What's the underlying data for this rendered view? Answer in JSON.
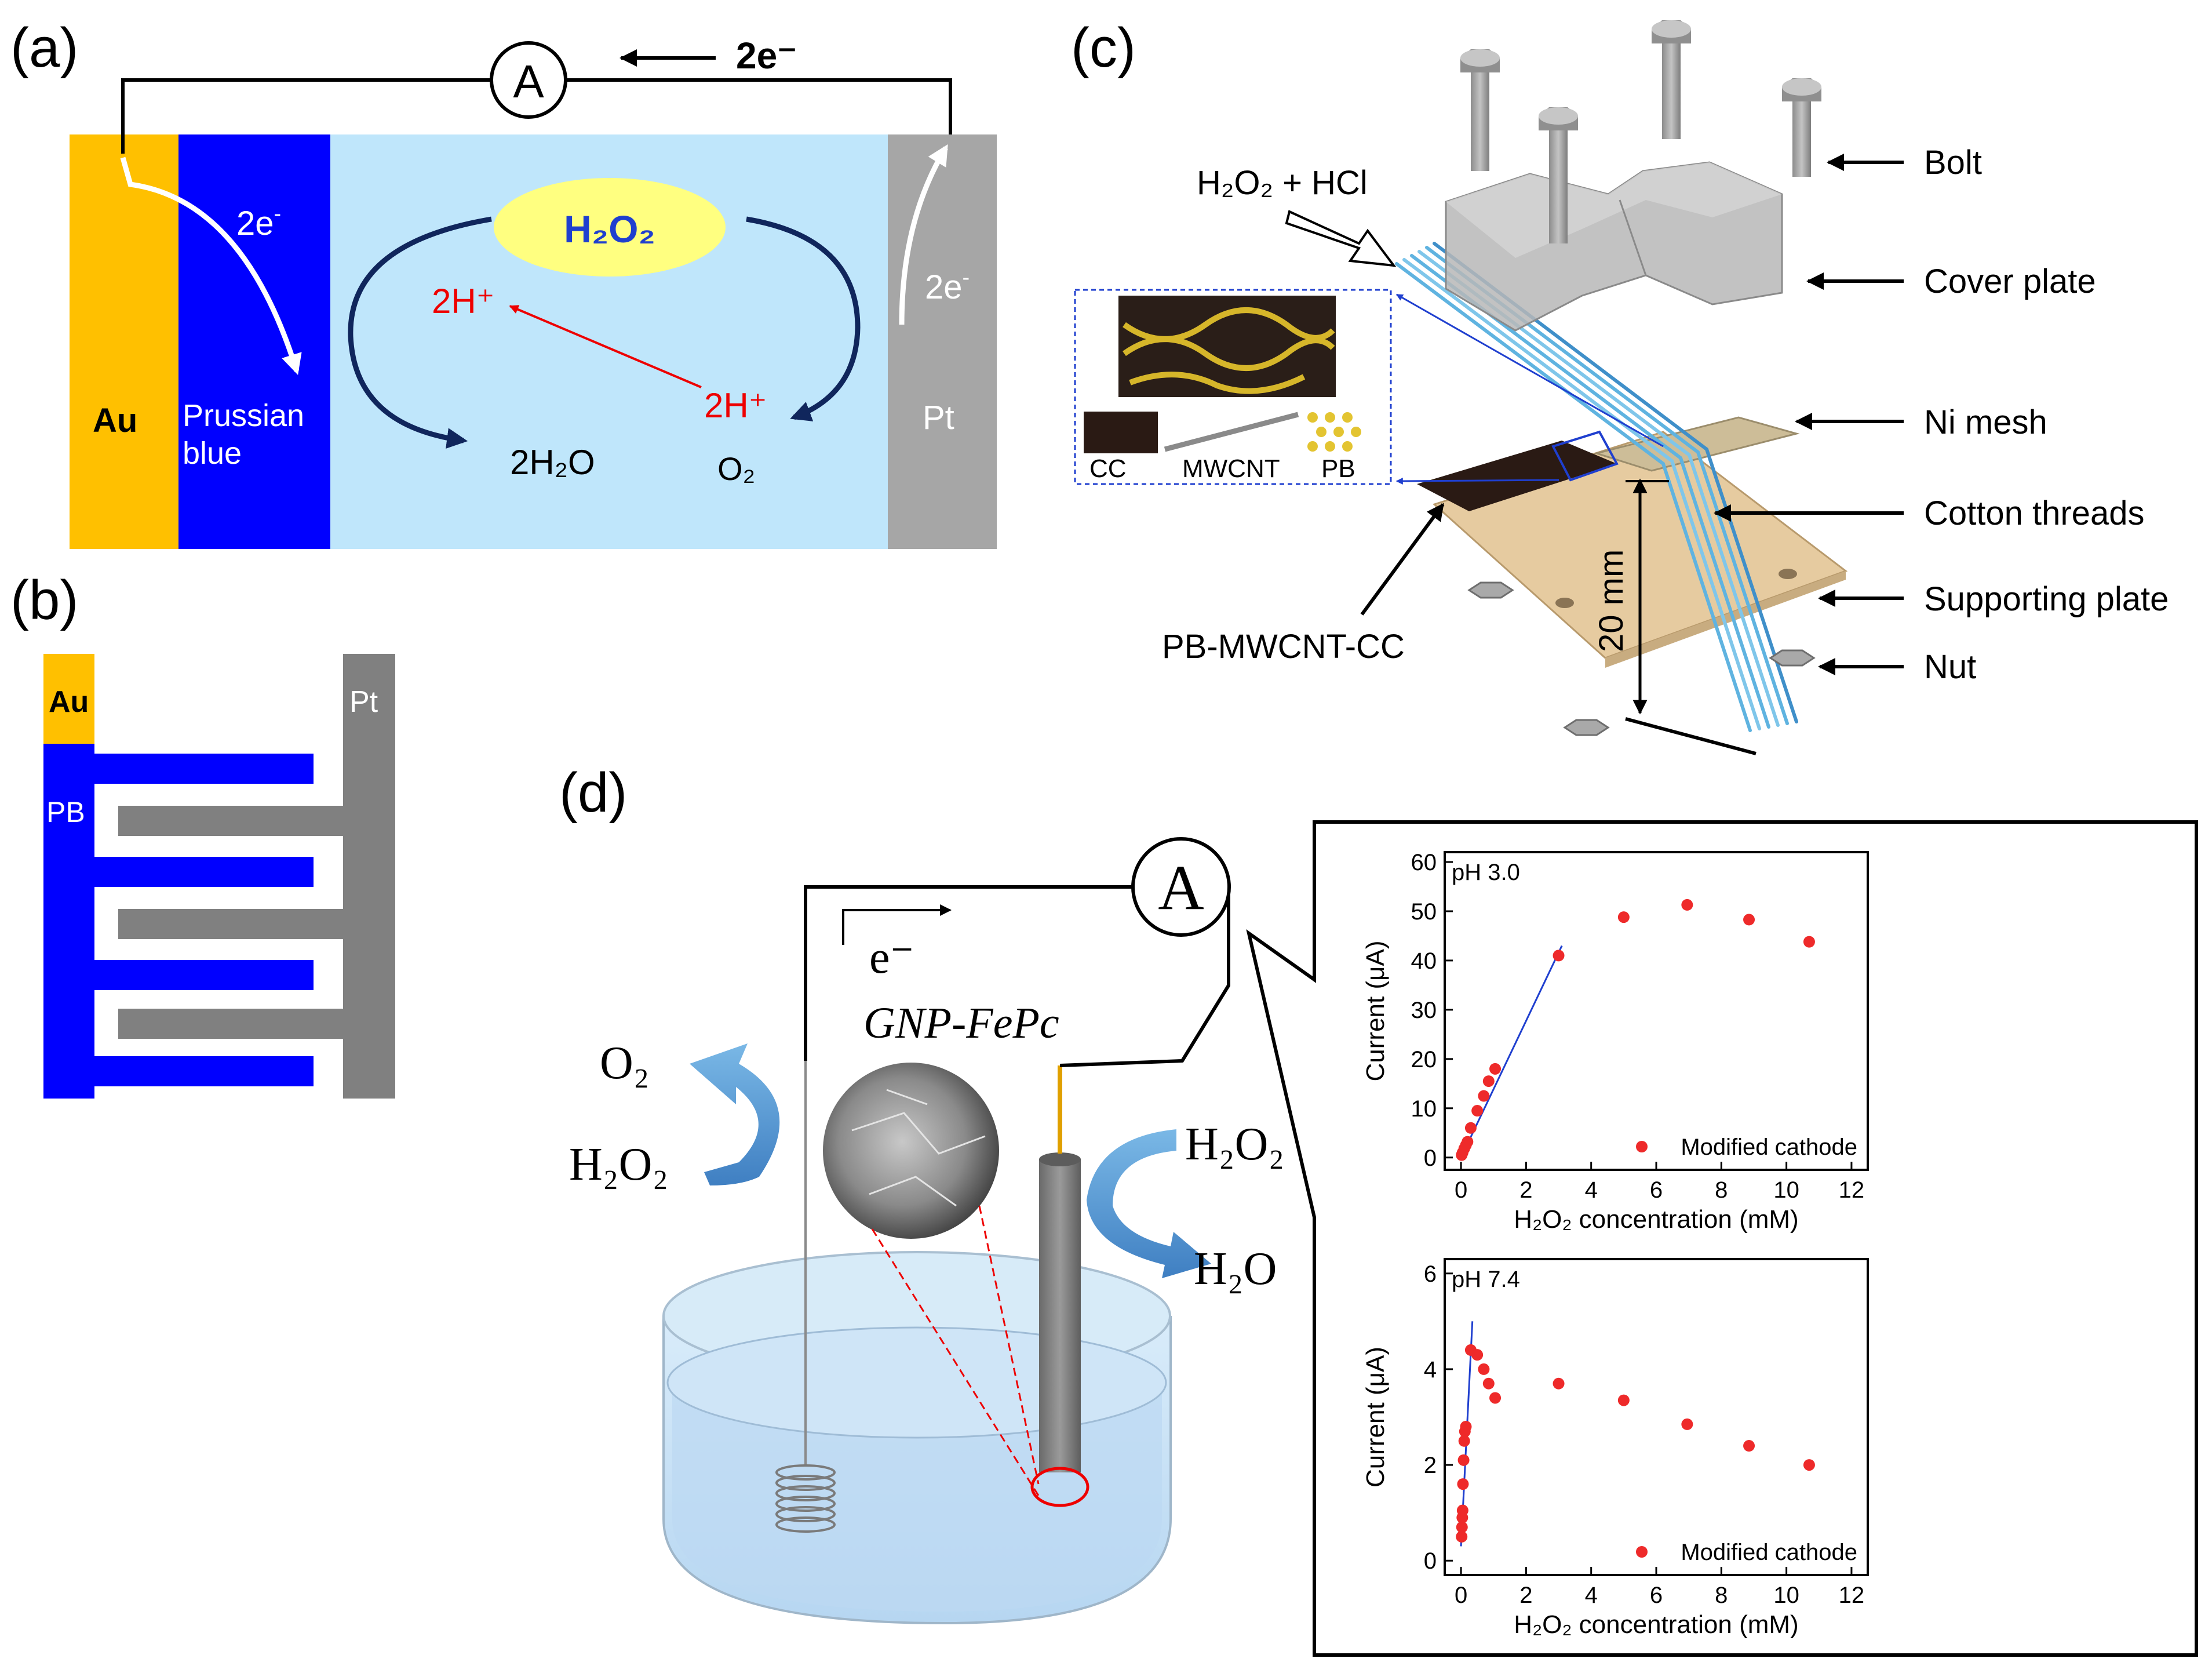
{
  "panels": {
    "a": "(a)",
    "b": "(b)",
    "c": "(c)",
    "d": "(d)"
  },
  "panel_a": {
    "ammeter": "A",
    "wire_electrons": "2e⁻",
    "au": "Au",
    "pb_line1": "Prussian",
    "pb_line2": "blue",
    "pt": "Pt",
    "left_electrons": "2e",
    "right_electrons": "2e",
    "h2o2": "H₂O₂",
    "proton_upper": "2H⁺",
    "proton_lower": "2H⁺",
    "water": "2H₂O",
    "oxygen": "O₂",
    "colors": {
      "gold": "#ffc000",
      "blue": "#0000ff",
      "electrolyte": "#bfe6fb",
      "pt_grey": "#a6a6a6",
      "ellipse": "#ffff80",
      "arrow_navy": "#10265c",
      "red": "#ee0000"
    }
  },
  "panel_b": {
    "au": "Au",
    "pt": "Pt",
    "pb": "PB"
  },
  "panel_c": {
    "inlet": "H₂O₂ + HCl",
    "labels": [
      "Bolt",
      "Cover plate",
      "Ni mesh",
      "Cotton threads",
      "Supporting plate",
      "Nut"
    ],
    "electrode": "PB-MWCNT-CC",
    "dimension": "20 mm",
    "inset_labels": [
      "CC",
      "MWCNT",
      "PB"
    ]
  },
  "panel_d": {
    "ammeter": "A",
    "electron": "e⁻",
    "material": "GNP-FePc",
    "left_top": "O₂",
    "left_bottom": "H₂O₂",
    "right_top": "H₂O₂",
    "right_bottom": "H₂O"
  },
  "chart_data": [
    {
      "type": "scatter",
      "title": "pH 3.0",
      "xlabel": "H₂O₂ concentration (mM)",
      "ylabel": "Current (μA)",
      "xlim": [
        -0.5,
        12.5
      ],
      "ylim": [
        -2.5,
        62
      ],
      "xticks": [
        0,
        2,
        4,
        6,
        8,
        10,
        12
      ],
      "yticks": [
        0,
        10,
        20,
        30,
        40,
        50,
        60
      ],
      "legend": "Modified cathode",
      "legend_position": "bottom-right",
      "series": [
        {
          "name": "Modified cathode",
          "x": [
            0.02,
            0.05,
            0.1,
            0.15,
            0.2,
            0.3,
            0.5,
            0.7,
            0.85,
            1.05,
            3.0,
            5.0,
            6.95,
            8.85,
            10.7
          ],
          "y": [
            0.5,
            1.0,
            1.8,
            2.5,
            3.2,
            6.0,
            9.5,
            12.5,
            15.5,
            18.0,
            41.0,
            48.8,
            51.3,
            48.3,
            43.8
          ]
        }
      ],
      "fit_line": {
        "x": [
          0,
          3.1
        ],
        "y": [
          0,
          43
        ]
      }
    },
    {
      "type": "scatter",
      "title": "pH 7.4",
      "xlabel": "H₂O₂ concentration (mM)",
      "ylabel": "Current (μA)",
      "xlim": [
        -0.5,
        12.5
      ],
      "ylim": [
        -0.3,
        6.3
      ],
      "xticks": [
        0,
        2,
        4,
        6,
        8,
        10,
        12
      ],
      "yticks": [
        0,
        2,
        4,
        6
      ],
      "legend": "Modified cathode",
      "legend_position": "bottom-right",
      "series": [
        {
          "name": "Modified cathode",
          "x": [
            0.02,
            0.03,
            0.04,
            0.05,
            0.06,
            0.08,
            0.1,
            0.12,
            0.15,
            0.3,
            0.5,
            0.7,
            0.85,
            1.05,
            3.0,
            5.0,
            6.95,
            8.85,
            10.7
          ],
          "y": [
            0.5,
            0.7,
            0.9,
            1.05,
            1.6,
            2.1,
            2.5,
            2.7,
            2.8,
            4.4,
            4.3,
            4.0,
            3.7,
            3.4,
            3.7,
            3.35,
            2.85,
            2.4,
            2.0
          ]
        }
      ],
      "fit_line": {
        "x": [
          0,
          0.35
        ],
        "y": [
          0.3,
          5.0
        ]
      }
    }
  ]
}
